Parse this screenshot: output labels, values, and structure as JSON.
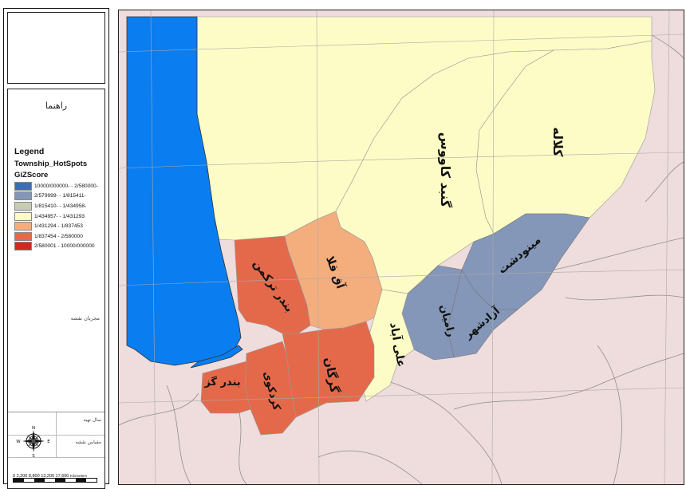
{
  "legend": {
    "heading": "راهنما",
    "title": "Legend",
    "layer": "Township_HotSpots",
    "field": "GiZScore",
    "classes": [
      {
        "label": "10000/000000- - 2/580000-",
        "color": "#3c6fb0"
      },
      {
        "label": "2/579999- - 1/815411-",
        "color": "#8497b8"
      },
      {
        "label": "1/815410- - 1/434958-",
        "color": "#c7cdb3"
      },
      {
        "label": "1/434957- - 1/431293",
        "color": "#fdfcc6"
      },
      {
        "label": "1/431294 - 1/837453",
        "color": "#f4ae7e"
      },
      {
        "label": "1/837454 - 2/580000",
        "color": "#e4694b"
      },
      {
        "label": "2/580001 - 10000/000000",
        "color": "#d4271f"
      }
    ]
  },
  "sidebar": {
    "contributors_label": "مجریان نقشه",
    "year_label": "سال تهیه",
    "scale_label": "مقیاس نقشه",
    "north_labels": {
      "n": "N",
      "s": "S",
      "e": "E",
      "w": "W"
    },
    "scalebar": {
      "ticks": [
        "0",
        "2,200",
        "8,800",
        "13,200",
        "17,600"
      ],
      "unit": "Kilometers"
    }
  },
  "colors": {
    "sea": "#0a7df0",
    "background": "#efdcdc",
    "north_plain": "#fdfcc6",
    "hotspot_high": "#e4694b",
    "hotspot_mid": "#f4ae7e",
    "coldspot": "#8497b8",
    "graticule": "#aaaaaa",
    "boundary": "#8f8f8f"
  },
  "townships": [
    {
      "name": "کلاله"
    },
    {
      "name": "گنبد کاووس"
    },
    {
      "name": "مینودشت"
    },
    {
      "name": "آزادشهر"
    },
    {
      "name": "رامیان"
    },
    {
      "name": "علی آباد"
    },
    {
      "name": "آق قلا"
    },
    {
      "name": "بندر ترکمن"
    },
    {
      "name": "گرگان"
    },
    {
      "name": "کردکوی"
    },
    {
      "name": "بندر گز"
    }
  ]
}
